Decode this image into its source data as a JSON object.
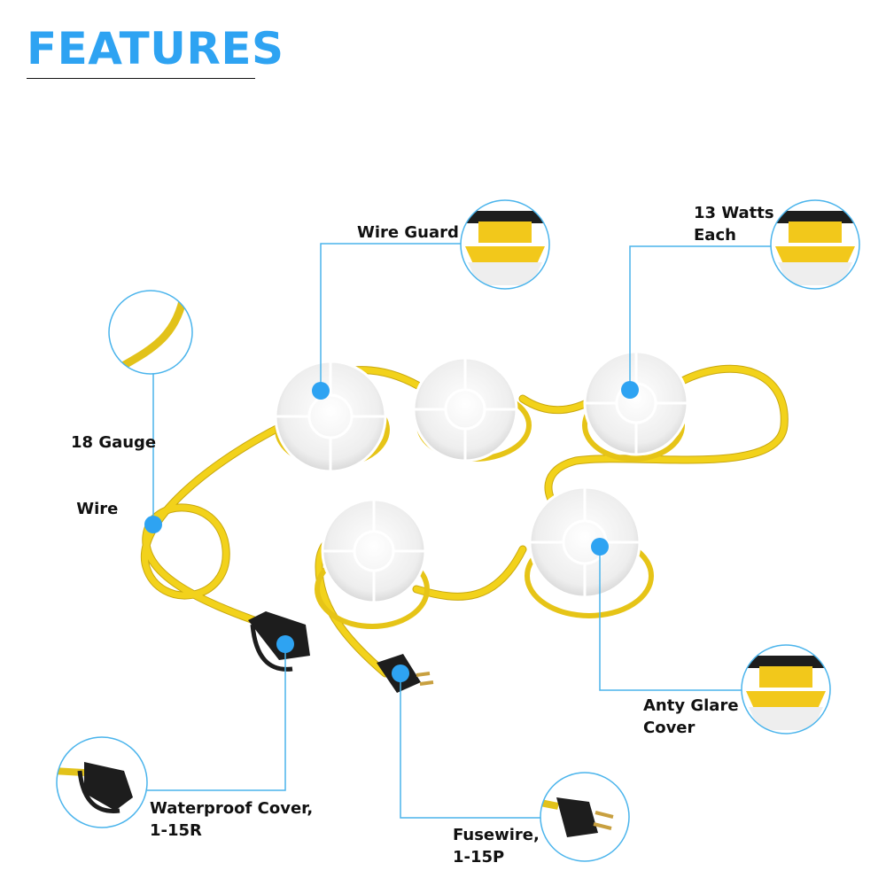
{
  "header": {
    "title": "FEATURES"
  },
  "colors": {
    "accent": "#2ea3f2",
    "callout_line": "#4ab4ec",
    "cable": "#f2d21b",
    "cable_shadow": "#c9a80e",
    "lamp_white": "#f4f4f4",
    "plug_black": "#1d1d1d"
  },
  "callouts": [
    {
      "id": "wire-guard",
      "line1": "Wire Guard",
      "line2": ""
    },
    {
      "id": "13-watts",
      "line1": "13 Watts",
      "line2": "Each"
    },
    {
      "id": "18-gauge",
      "line1": "18 Gauge",
      "line2": " Wire"
    },
    {
      "id": "anty-glare",
      "line1": "Anty Glare",
      "line2": "Cover"
    },
    {
      "id": "waterproof",
      "line1": "Waterproof Cover,",
      "line2": "1-15R"
    },
    {
      "id": "fusewire",
      "line1": "Fusewire,",
      "line2": "1-15P"
    }
  ]
}
